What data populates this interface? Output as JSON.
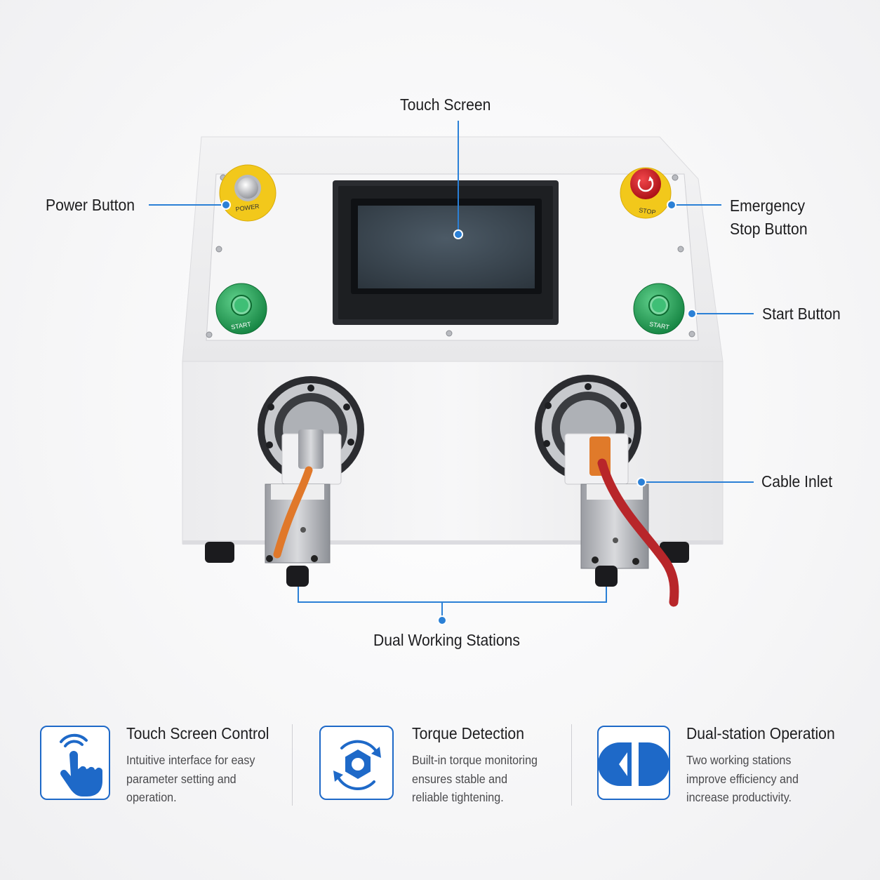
{
  "callouts": {
    "touch_screen": "Touch Screen",
    "power_button": "Power Button",
    "emergency_stop": [
      "Emergency",
      "Stop Button"
    ],
    "start_button": "Start Button",
    "cable_inlet": "Cable Inlet",
    "dual_stations": "Dual Working Stations"
  },
  "panel_labels": {
    "power": "POWER",
    "start": "START",
    "stop": "STOP"
  },
  "features": [
    {
      "icon": "touch-hand-icon",
      "title": "Touch Screen Control",
      "description": [
        "Intuitive interface for easy",
        "parameter setting and",
        "operation."
      ]
    },
    {
      "icon": "torque-nut-icon",
      "title": "Torque Detection",
      "description": [
        "Built-in torque monitoring",
        "ensures stable and",
        "reliable tightening."
      ]
    },
    {
      "icon": "dual-station-icon",
      "title": "Dual-station Operation",
      "description": [
        "Two working stations",
        "improve efficiency and",
        "increase productivity."
      ]
    }
  ],
  "colors": {
    "accent": "#1e69c8",
    "callout_line": "#2b80d6",
    "cable_orange": "#e0782a",
    "cable_red": "#b8262a",
    "stop_red": "#c8161d",
    "button_yellow": "#f2c81b",
    "start_green": "#1c9a54"
  }
}
